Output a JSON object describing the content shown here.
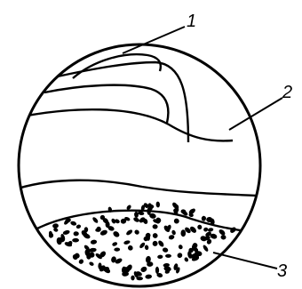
{
  "diagram": {
    "callouts": [
      {
        "id": "1",
        "label": "1"
      },
      {
        "id": "2",
        "label": "2"
      },
      {
        "id": "3",
        "label": "3"
      }
    ],
    "colors": {
      "stroke": "#000000",
      "background": "#ffffff"
    }
  }
}
